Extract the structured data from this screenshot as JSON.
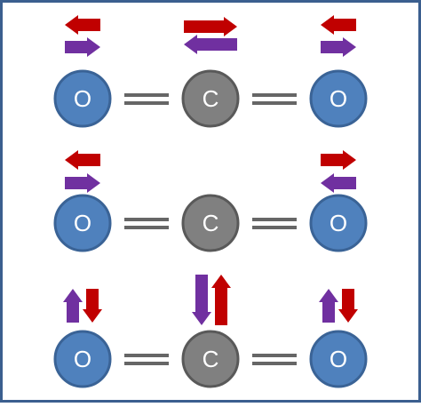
{
  "colors": {
    "frame": "#3b5f8f",
    "oxygen_fill": "#4f81bd",
    "oxygen_stroke": "#3a6396",
    "carbon_fill": "#808080",
    "carbon_stroke": "#595959",
    "bond": "#666666",
    "red_arrow": "#c00000",
    "purple_arrow": "#7030a0",
    "atom_text": "#ffffff"
  },
  "modes": [
    {
      "atoms": [
        {
          "symbol": "O",
          "element": "oxygen",
          "arrows": [
            {
              "color": "red",
              "dir": "left"
            },
            {
              "color": "purple",
              "dir": "right"
            }
          ]
        },
        {
          "symbol": "C",
          "element": "carbon",
          "arrows": [
            {
              "color": "red",
              "dir": "right"
            },
            {
              "color": "purple",
              "dir": "left"
            }
          ]
        },
        {
          "symbol": "O",
          "element": "oxygen",
          "arrows": [
            {
              "color": "red",
              "dir": "left"
            },
            {
              "color": "purple",
              "dir": "right"
            }
          ]
        }
      ]
    },
    {
      "atoms": [
        {
          "symbol": "O",
          "element": "oxygen",
          "arrows": [
            {
              "color": "red",
              "dir": "left"
            },
            {
              "color": "purple",
              "dir": "right"
            }
          ]
        },
        {
          "symbol": "C",
          "element": "carbon",
          "arrows": []
        },
        {
          "symbol": "O",
          "element": "oxygen",
          "arrows": [
            {
              "color": "red",
              "dir": "right"
            },
            {
              "color": "purple",
              "dir": "left"
            }
          ]
        }
      ]
    },
    {
      "atoms": [
        {
          "symbol": "O",
          "element": "oxygen",
          "arrows": [
            {
              "color": "purple",
              "dir": "up"
            },
            {
              "color": "red",
              "dir": "down"
            }
          ]
        },
        {
          "symbol": "C",
          "element": "carbon",
          "arrows": [
            {
              "color": "purple",
              "dir": "down"
            },
            {
              "color": "red",
              "dir": "up"
            }
          ]
        },
        {
          "symbol": "O",
          "element": "oxygen",
          "arrows": [
            {
              "color": "purple",
              "dir": "up"
            },
            {
              "color": "red",
              "dir": "down"
            }
          ]
        }
      ]
    }
  ]
}
